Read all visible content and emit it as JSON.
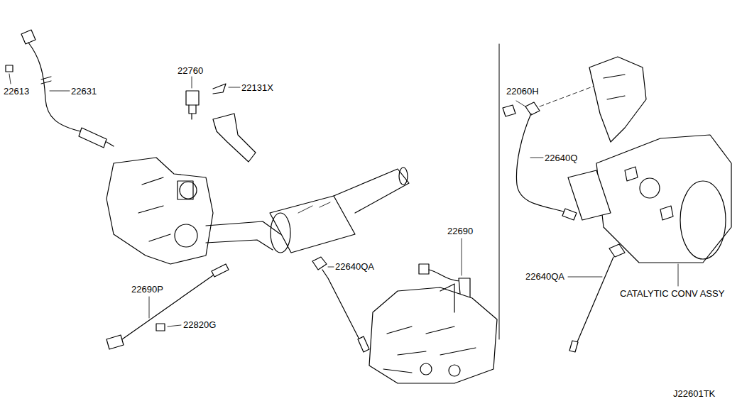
{
  "diagram": {
    "labels": [
      "22613",
      "22631",
      "22760",
      "22131X",
      "22060H",
      "22640Q",
      "22640QA",
      "22690",
      "22690P",
      "22820G",
      "22640QA",
      "CATALYTIC CONV ASSY",
      "J22601TK"
    ]
  }
}
